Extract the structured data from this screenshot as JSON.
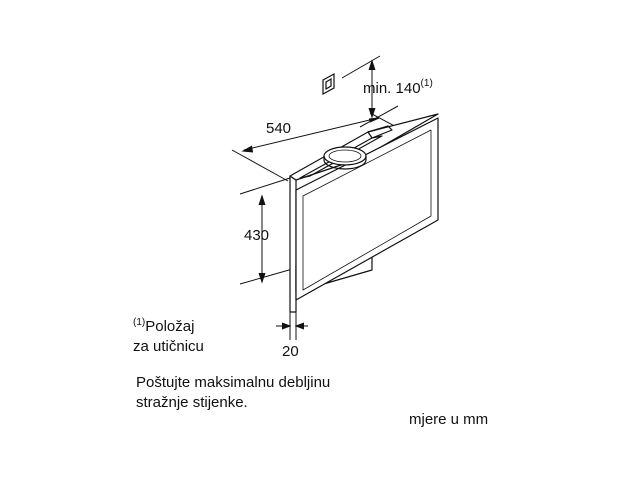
{
  "dimensions": {
    "width": "540",
    "height": "430",
    "wall_thickness": "20",
    "outlet_clearance": "min. 140",
    "outlet_clearance_ref": "(1)"
  },
  "footnote": {
    "ref": "(1)",
    "line1": "Položaj",
    "line2": "za utičnicu"
  },
  "note": {
    "line1": "Poštujte maksimalnu debljinu",
    "line2": "stražnje stijenke."
  },
  "units": "mjere u mm"
}
